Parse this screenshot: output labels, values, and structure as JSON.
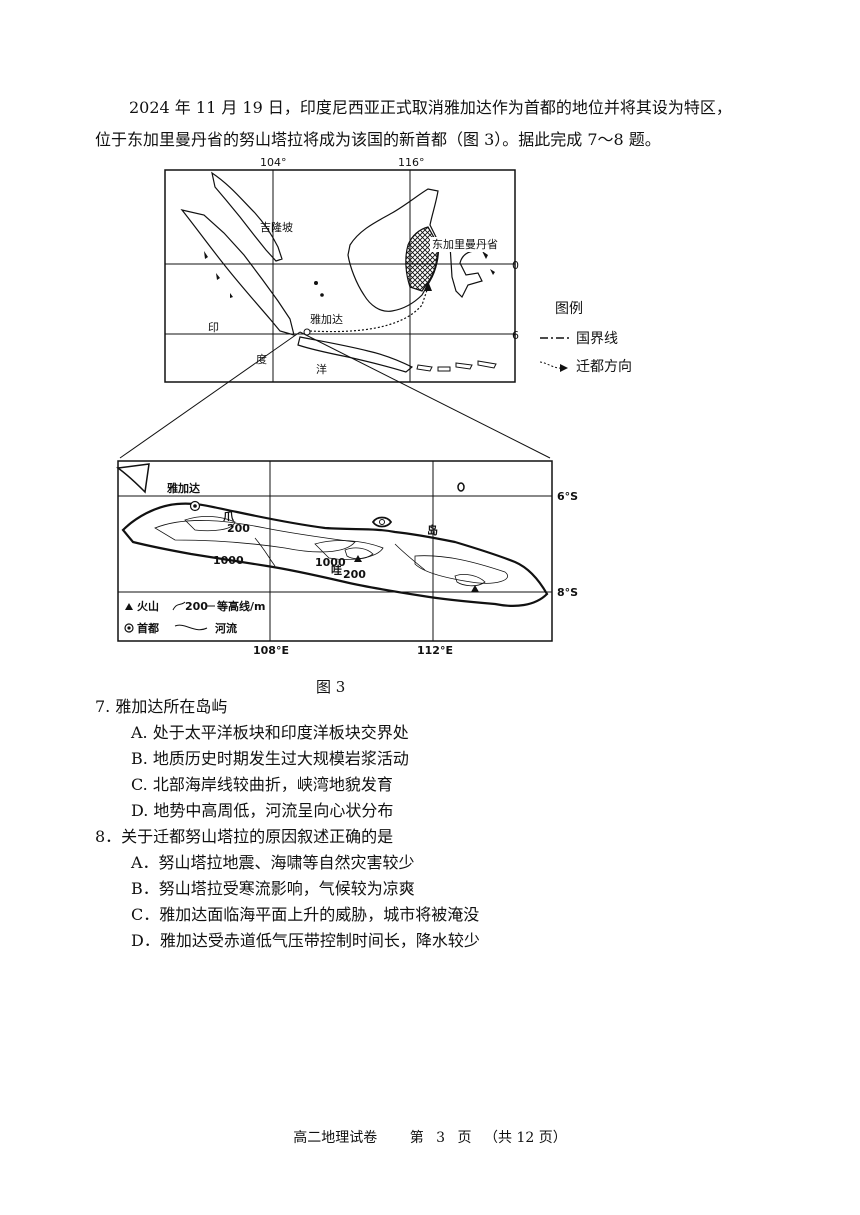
{
  "intro": {
    "line1": "2024 年 11 月 19 日，印度尼西亚正式取消雅加达作为首都的地位并将其设为特区，",
    "line2": "位于东加里曼丹省的努山塔拉将成为该国的新首都（图 3）。据此完成 7～8 题。"
  },
  "map_top": {
    "lon_labels": [
      "104°",
      "116°"
    ],
    "lat_labels": [
      "0°",
      "6°"
    ],
    "places": {
      "kuala_lumpur": "吉隆坡",
      "east_kalimantan": "东加里曼丹省",
      "jakarta": "雅加达",
      "ocean_1": "印",
      "ocean_2": "度",
      "ocean_3": "洋"
    },
    "legend": {
      "title": "图例",
      "border": "国界线",
      "relocation": "迁都方向"
    }
  },
  "map_java": {
    "lat_labels": [
      "6°S",
      "8°S"
    ],
    "lon_labels": [
      "108°E",
      "112°E"
    ],
    "places": {
      "jakarta": "雅加达",
      "island_1": "爪",
      "island_2": "哇",
      "island_3": "岛"
    },
    "contour_labels": [
      "200",
      "1000",
      "1000",
      "200"
    ],
    "legend": {
      "volcano": "火山",
      "contour_sample": "200",
      "contour": "等高线/m",
      "capital": "首都",
      "river": "河流"
    }
  },
  "figure_caption": "图 3",
  "questions": [
    {
      "stem": "7.  雅加达所在岛屿",
      "options": [
        "A.  处于太平洋板块和印度洋板块交界处",
        "B.  地质历史时期发生过大规模岩浆活动",
        "C.  北部海岸线较曲折，峡湾地貌发育",
        "D.  地势中高周低，河流呈向心状分布"
      ]
    },
    {
      "stem": "8．关于迁都努山塔拉的原因叙述正确的是",
      "options": [
        "A．努山塔拉地震、海啸等自然灾害较少",
        "B．努山塔拉受寒流影响，气候较为凉爽",
        "C．雅加达面临海平面上升的威胁，城市将被淹没",
        "D．雅加达受赤道低气压带控制时间长，降水较少"
      ]
    }
  ],
  "footer": {
    "subject": "高二地理试卷",
    "page_prefix": "第",
    "page": "3",
    "page_suffix": "页",
    "total": "（共 12 页）"
  }
}
